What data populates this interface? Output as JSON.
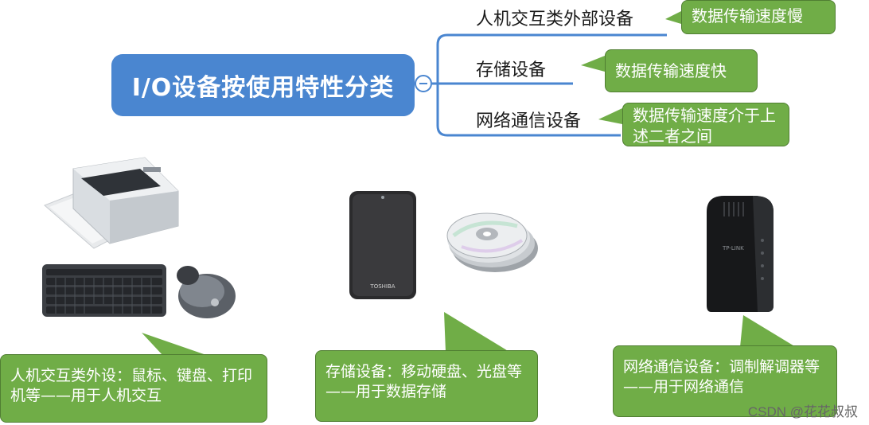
{
  "root": {
    "title": "I/O设备按使用特性分类"
  },
  "branches": [
    {
      "label": "人机交互类外部设备",
      "note": "数据传输速度慢"
    },
    {
      "label": "存储设备",
      "note": "数据传输速度快"
    },
    {
      "label": "网络通信设备",
      "note": "数据传输速度介于上述二者之间"
    }
  ],
  "callouts": [
    {
      "text": "人机交互类外设：鼠标、键盘、打印机等——用于人机交互"
    },
    {
      "text": "存储设备：移动硬盘、光盘等——用于数据存储"
    },
    {
      "text": "网络通信设备：调制解调器等——用于网络通信"
    }
  ],
  "device_labels": {
    "hdd_brand": "TOSHIBA",
    "modem_brand": "TP-LINK"
  },
  "watermark": "CSDN @花花叔叔",
  "colors": {
    "root_fill": "#4a86d0",
    "note_fill": "#70ad47",
    "connector": "#4a86d0"
  }
}
